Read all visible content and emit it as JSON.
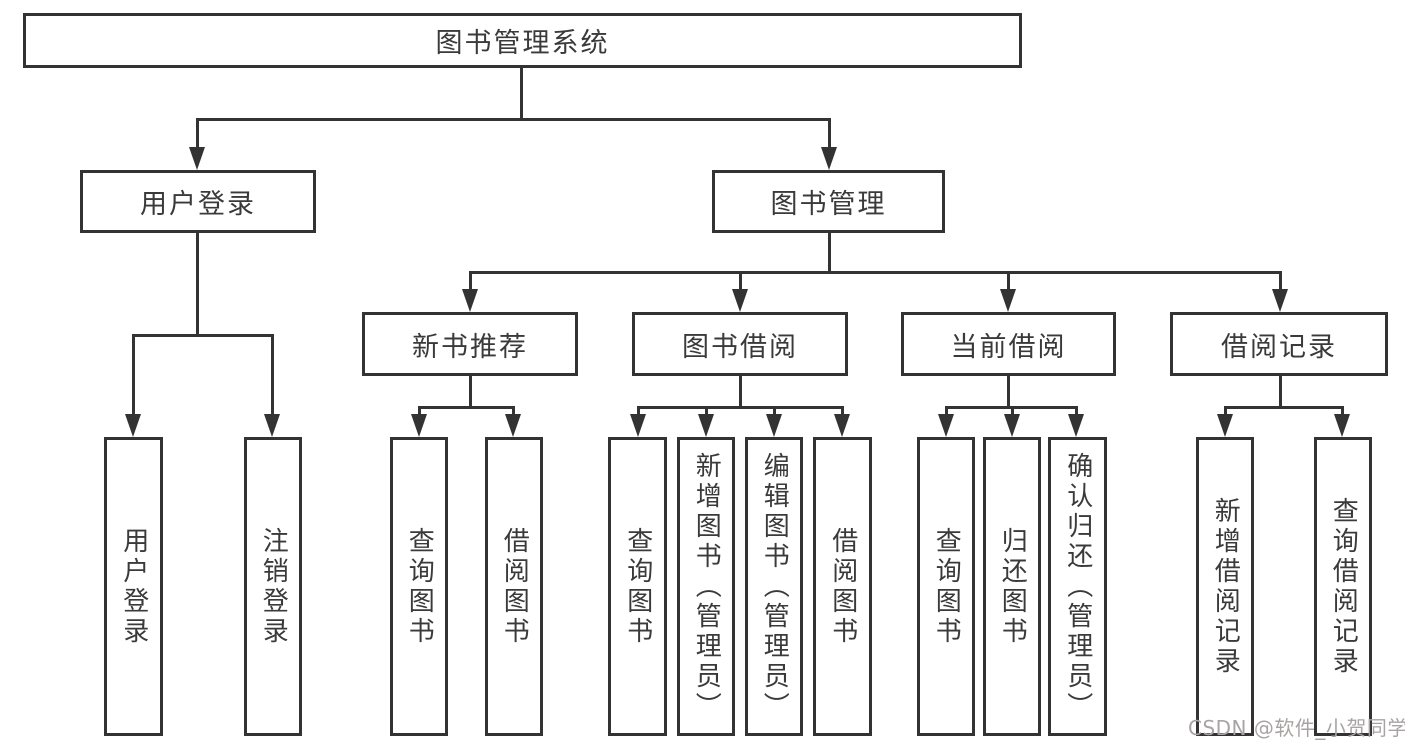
{
  "diagram": {
    "title": "图书管理系统",
    "level2": {
      "user_login": "用户登录",
      "book_management": "图书管理"
    },
    "level3": {
      "new_book_recommend": "新书推荐",
      "book_borrow": "图书借阅",
      "current_borrow": "当前借阅",
      "borrow_records": "借阅记录"
    },
    "leaves": {
      "user_login": [
        "用户登录",
        "注销登录"
      ],
      "new_book_recommend": [
        "查询图书",
        "借阅图书"
      ],
      "book_borrow": [
        "查询图书",
        "新增图书（管理员）",
        "编辑图书（管理员）",
        "借阅图书"
      ],
      "current_borrow": [
        "查询图书",
        "归还图书",
        "确认归还（管理员）"
      ],
      "borrow_records": [
        "新增借阅记录",
        "查询借阅记录"
      ]
    }
  },
  "watermark": "CSDN @软件_小贺同学",
  "colors": {
    "line": "#333333",
    "box_background": "#ffffff",
    "text": "#3a3a3a",
    "watermark_text": "#a8a4a4",
    "page_background": "#ffffff"
  }
}
